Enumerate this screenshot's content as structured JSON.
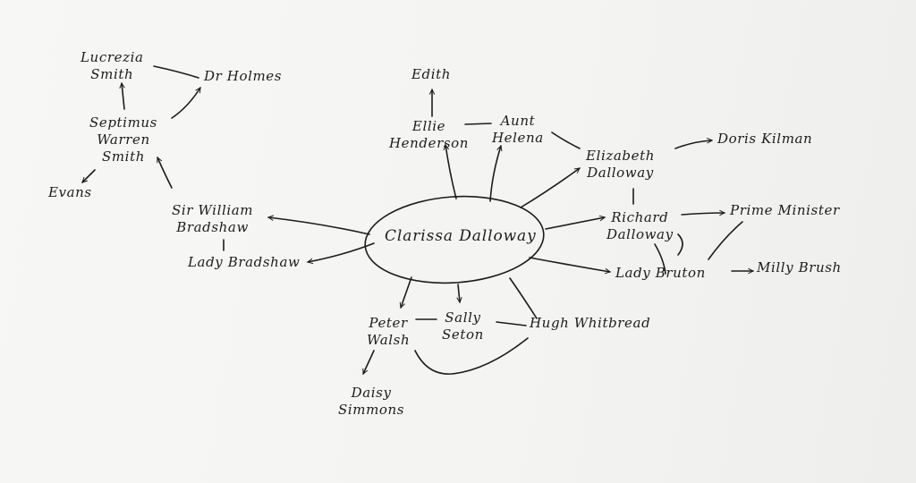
{
  "diagram": {
    "center": {
      "label": "Clarissa Dalloway"
    },
    "nodes": {
      "lucrezia": [
        "Lucrezia",
        "Smith"
      ],
      "holmes": [
        "Dr Holmes"
      ],
      "septimus": [
        "Septimus",
        "Warren",
        "Smith"
      ],
      "evans": [
        "Evans"
      ],
      "william": [
        "Sir William",
        "Bradshaw"
      ],
      "lady_bradshaw": [
        "Lady Bradshaw"
      ],
      "edith": [
        "Edith"
      ],
      "ellie": [
        "Ellie",
        "Henderson"
      ],
      "helena": [
        "Aunt",
        "Helena"
      ],
      "elizabeth": [
        "Elizabeth",
        "Dalloway"
      ],
      "kilman": [
        "Doris Kilman"
      ],
      "richard": [
        "Richard",
        "Dalloway"
      ],
      "pm": [
        "Prime Minister"
      ],
      "bruton": [
        "Lady Bruton"
      ],
      "milly": [
        "Milly Brush"
      ],
      "peter": [
        "Peter",
        "Walsh"
      ],
      "sally": [
        "Sally",
        "Seton"
      ],
      "hugh": [
        "Hugh Whitbread"
      ],
      "daisy": [
        "Daisy",
        "Simmons"
      ]
    }
  }
}
